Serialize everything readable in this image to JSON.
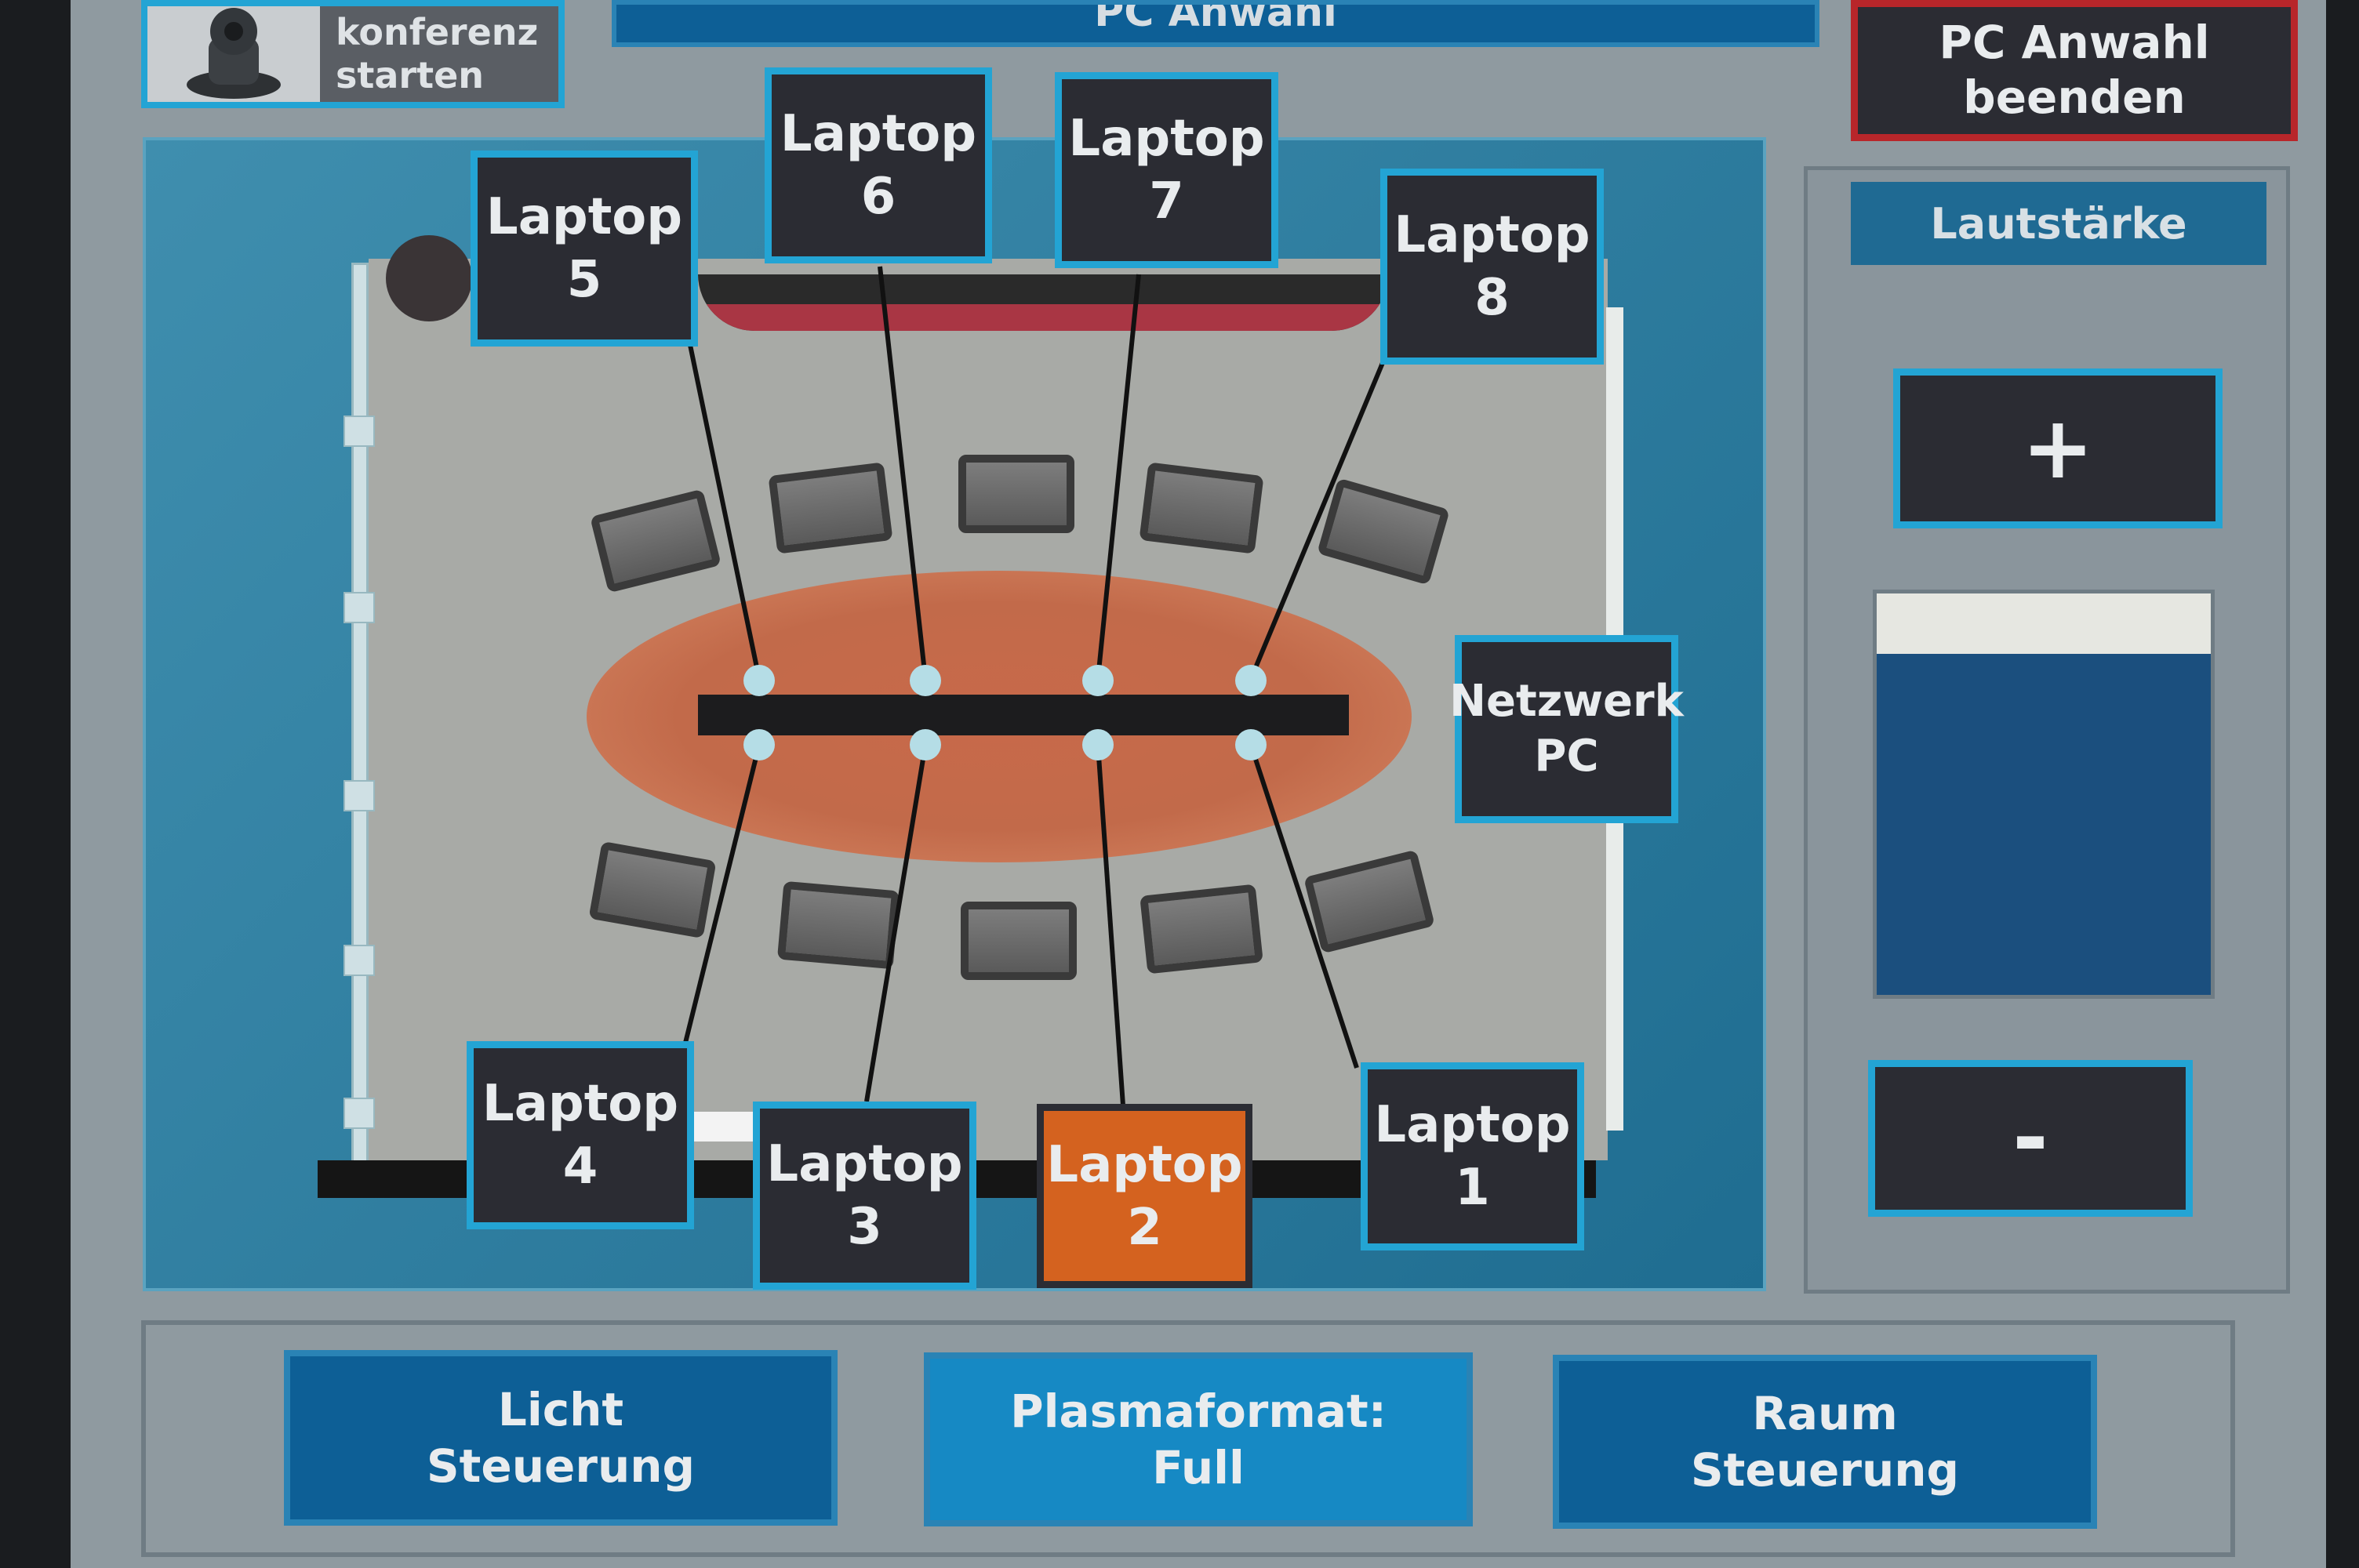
{
  "header": {
    "title": "PC Anwahl",
    "conference_button": "konferenz\nstarten",
    "end_button": "PC Anwahl\nbeenden"
  },
  "laptops": [
    {
      "label": "Laptop",
      "number": "1"
    },
    {
      "label": "Laptop",
      "number": "2",
      "active": true
    },
    {
      "label": "Laptop",
      "number": "3"
    },
    {
      "label": "Laptop",
      "number": "4"
    },
    {
      "label": "Laptop",
      "number": "5"
    },
    {
      "label": "Laptop",
      "number": "6"
    },
    {
      "label": "Laptop",
      "number": "7"
    },
    {
      "label": "Laptop",
      "number": "8"
    }
  ],
  "network_pc": {
    "line1": "Netzwerk",
    "line2": "PC"
  },
  "volume": {
    "title": "Lautstärke",
    "plus": "+",
    "minus": "-",
    "level_percent": 15
  },
  "bottom": {
    "light": {
      "line1": "Licht",
      "line2": "Steuerung"
    },
    "plasma": {
      "line1": "Plasmaformat:",
      "line2": "Full"
    },
    "room": {
      "line1": "Raum",
      "line2": "Steuerung"
    }
  },
  "colors": {
    "accent": "#23a4d4",
    "active": "#d4621f",
    "end_button_border": "#b8262a"
  }
}
